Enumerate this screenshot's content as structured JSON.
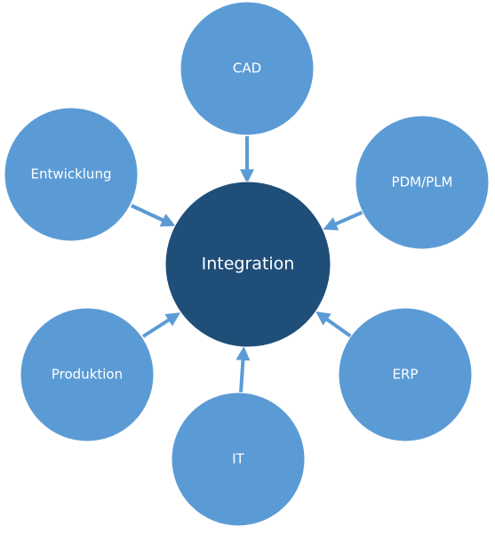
{
  "diagram": {
    "center": {
      "label": "Integration",
      "fill": "#1F4E79"
    },
    "colors": {
      "node_fill": "#5B9BD5",
      "arrow": "#5B9BD5",
      "background": "#FFFFFF",
      "text": "#FFFFFF"
    },
    "nodes": [
      {
        "id": "cad",
        "label": "CAD"
      },
      {
        "id": "pdm-plm",
        "label": "PDM/PLM"
      },
      {
        "id": "erp",
        "label": "ERP"
      },
      {
        "id": "it",
        "label": "IT"
      },
      {
        "id": "produktion",
        "label": "Produktion"
      },
      {
        "id": "entwicklung",
        "label": "Entwicklung"
      }
    ]
  }
}
